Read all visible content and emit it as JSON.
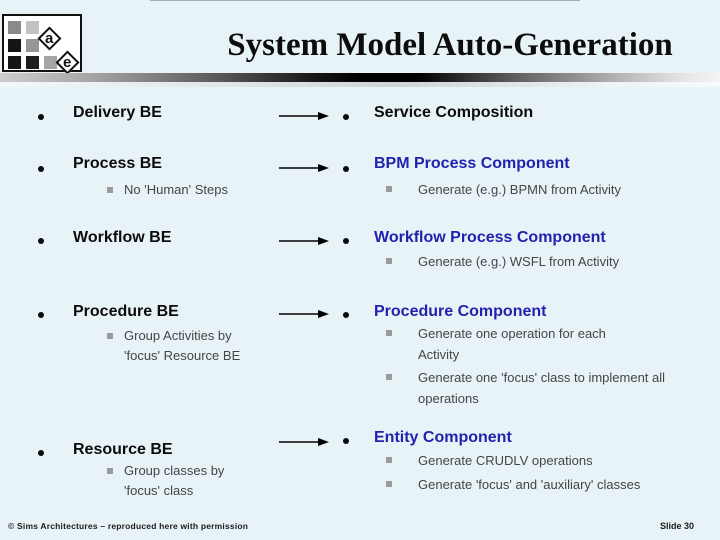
{
  "colors": {
    "bg": "#e8f3f8",
    "ink": "#0c0c0c",
    "blue": "#2222ad",
    "sub": "#454545",
    "square": "#9b9b9b",
    "footer": "#1b1b1b"
  },
  "header": {
    "title": "System Model Auto-Generation",
    "logo_letters": {
      "a": "a",
      "e": "e"
    }
  },
  "rows": [
    {
      "left": {
        "label": "Delivery BE",
        "subs": []
      },
      "right": {
        "label": "Service Composition",
        "subs": []
      }
    },
    {
      "left": {
        "label": "Process BE",
        "subs": [
          "No 'Human' Steps"
        ]
      },
      "right": {
        "label": "BPM Process Component",
        "subs": [
          "Generate (e.g.) BPMN from Activity"
        ]
      }
    },
    {
      "left": {
        "label": "Workflow BE",
        "subs": []
      },
      "right": {
        "label": "Workflow Process Component",
        "subs": [
          "Generate (e.g.) WSFL from Activity"
        ]
      }
    },
    {
      "left": {
        "label": "Procedure BE",
        "subs": [
          "Group Activities by 'focus' Resource BE"
        ]
      },
      "right": {
        "label": "Procedure Component",
        "subs": [
          "Generate one operation for each Activity",
          "Generate one 'focus' class to implement all operations"
        ]
      }
    },
    {
      "left": {
        "label": "Resource BE",
        "subs": [
          "Group classes by 'focus' class"
        ]
      },
      "right": {
        "label": "Entity Component",
        "subs": [
          "Generate CRUDLV operations",
          "Generate 'focus' and 'auxiliary' classes"
        ]
      }
    }
  ],
  "footer": {
    "copyright": "© Sims Architectures – reproduced here with permission",
    "slide_number": "Slide 30"
  }
}
